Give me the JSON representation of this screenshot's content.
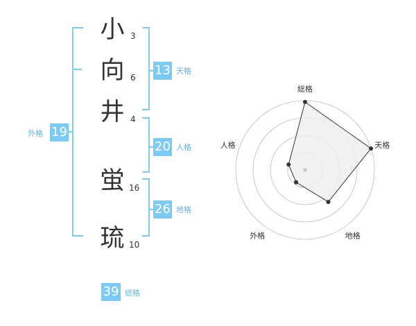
{
  "name": {
    "chars": [
      {
        "char": "小",
        "strokes": "3"
      },
      {
        "char": "向",
        "strokes": "6"
      },
      {
        "char": "井",
        "strokes": "4"
      },
      {
        "char": "蛍",
        "strokes": "16"
      },
      {
        "char": "琉",
        "strokes": "10"
      }
    ]
  },
  "kakusu": {
    "tenkaku": {
      "value": "13",
      "label": "天格"
    },
    "jinkaku": {
      "value": "20",
      "label": "人格"
    },
    "chikaku": {
      "value": "26",
      "label": "地格"
    },
    "gaikaku": {
      "value": "19",
      "label": "外格"
    },
    "soukaku": {
      "value": "39",
      "label": "総格"
    }
  },
  "radar": {
    "labels": [
      "総格",
      "天格",
      "地格",
      "外格",
      "人格"
    ],
    "levels": 4,
    "values": [
      0.98,
      1.0,
      0.57,
      0.22,
      0.25
    ],
    "colors": {
      "fill": "#efefef",
      "line": "#333333",
      "grid": "#bbbbbb",
      "point": "#333333",
      "center": "#cccccc"
    }
  },
  "colors": {
    "bracket": "#7dcbf5",
    "badge": "#7dcbf5",
    "badge_label": "#5fb4e8"
  }
}
